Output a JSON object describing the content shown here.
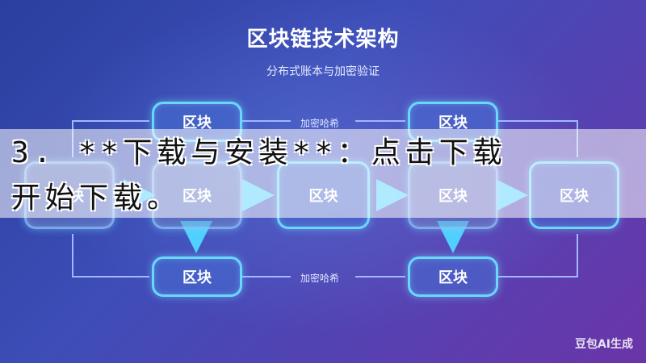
{
  "diagram": {
    "title": "区块链技术架构",
    "subtitle": "分布式账本与加密验证",
    "block_label": "区块",
    "edge_label": "加密哈希"
  },
  "overlay": {
    "line1": "3. **下载与安装**：点击下载",
    "line2": "开始下载。"
  },
  "watermark": "豆包AI生成",
  "colors": {
    "block_border": "#6ad7ff",
    "arrow": "#4fd0ff",
    "background_start": "#2a3f9e",
    "background_end": "#6a35a8"
  }
}
